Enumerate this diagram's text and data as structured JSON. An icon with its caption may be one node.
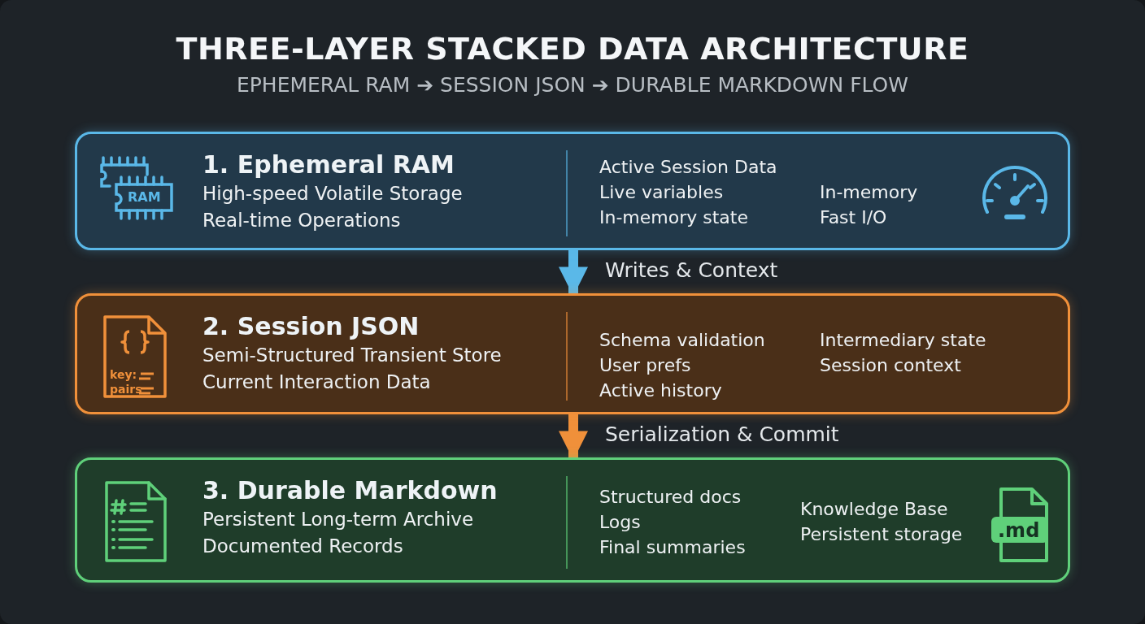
{
  "diagram": {
    "title": "THREE-LAYER STACKED DATA ARCHITECTURE",
    "nodes": [
      {
        "text": [
          "1. Ephemeral RAM",
          "High-speed Volatile Storage",
          "Real-time Operations",
          "Active Session Data",
          "Live variables",
          "In-memory state",
          "In-memory",
          "Fast I/O"
        ]
      },
      {
        "text": [
          "2. Session JSON",
          "Semi-Structured Transient Store",
          "Current Interaction Data",
          "Schema validation",
          "User prefs",
          "Active history",
          "Intermediary state",
          "Session context"
        ]
      },
      {
        "text": [
          "3. Durable Markdown",
          "Persistent Long-term Archive",
          "Documented Records",
          "Structured docs",
          "Logs",
          "Final summaries",
          "Knowledge Base",
          "Persistent storage"
        ]
      }
    ],
    "edges": [
      {
        "from": 0,
        "to": 1,
        "arrow": "to",
        "label": "Writes & Context",
        "color": "#5ab8e8"
      },
      {
        "from": 1,
        "to": 2,
        "arrow": "to",
        "label": "Serialization & Commit",
        "color": "#f0903a"
      }
    ],
    "labels": [
      "EPHEMERAL RAM ➔ SESSION JSON ➔ DURABLE MARKDOWN FLOW",
      "RAM",
      "key:",
      "pairs",
      ".md"
    ]
  }
}
